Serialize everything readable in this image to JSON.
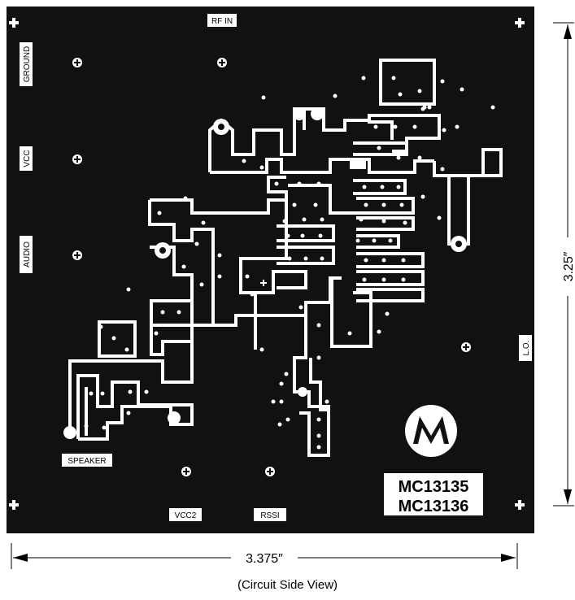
{
  "board": {
    "labels": {
      "rf_in": "RF IN",
      "ground": "GROUND",
      "vcc": "VCC",
      "audio": "AUDIO",
      "speaker": "SPEAKER",
      "vcc2": "VCC2",
      "rssi": "RSSI",
      "lo": "L.O."
    },
    "part_numbers": [
      "MC13135",
      "MC13136"
    ],
    "logo": "Motorola batwing logo"
  },
  "dimensions": {
    "width_label": "3.375″",
    "height_label": "3.25″"
  },
  "caption": "(Circuit Side View)",
  "colors": {
    "board": "#111111",
    "copper": "#ffffff",
    "ink": "#000000"
  }
}
